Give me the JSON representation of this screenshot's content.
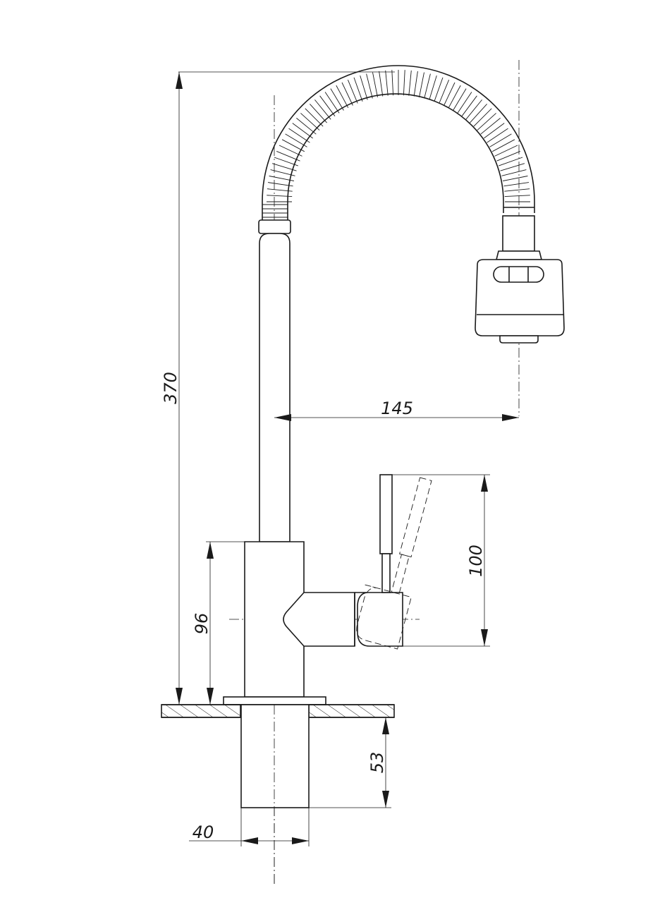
{
  "drawing": {
    "dimensions": {
      "total_height": "370",
      "spout_reach": "145",
      "lever_height": "100",
      "body_height": "96",
      "shank_length": "53",
      "shank_diameter": "40"
    }
  }
}
